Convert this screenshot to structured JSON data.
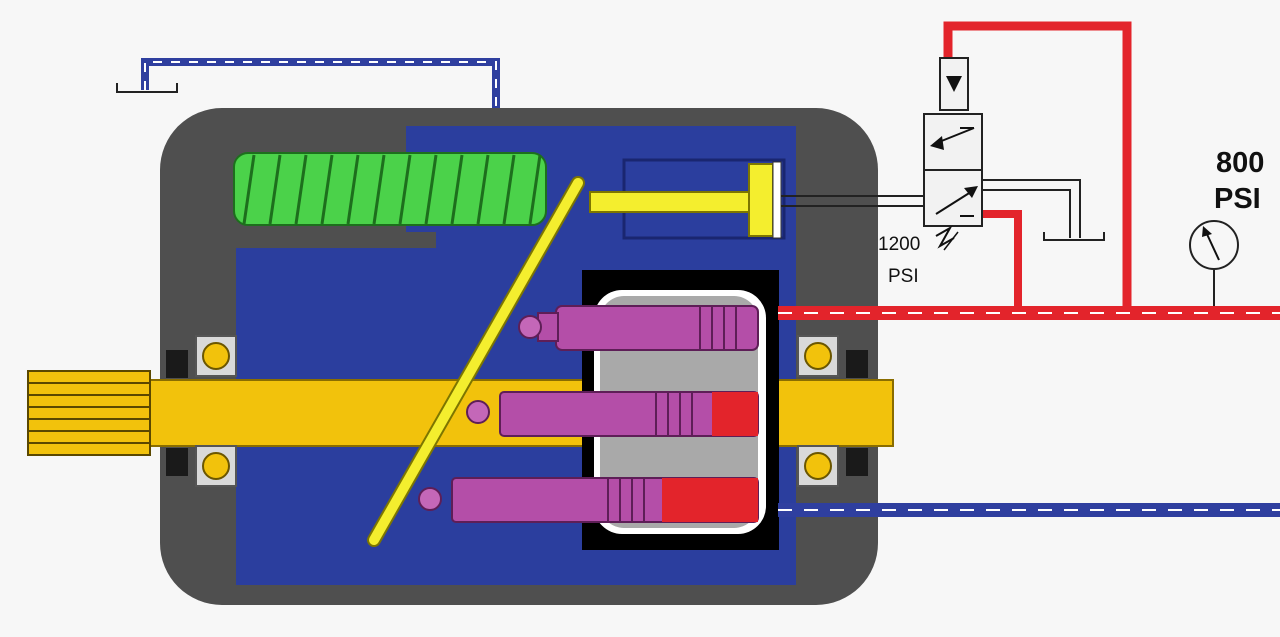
{
  "diagram": {
    "gauge_label": {
      "line1": "800",
      "line2": "PSI"
    },
    "relief_setting": {
      "line1": "1200",
      "line2": "PSI"
    },
    "colors": {
      "case": "#4f4f4f",
      "case_fluid": "#2b3e9e",
      "pressure_line": "#e3242b",
      "tank_line": "#2f3f9f",
      "shaft": "#f2c20c",
      "swashplate": "#f4ee2e",
      "spring": "#4bd24a",
      "piston": "#b44ea8",
      "barrel": "#a9a9a9",
      "valve_body": "#f2f2f2"
    }
  }
}
